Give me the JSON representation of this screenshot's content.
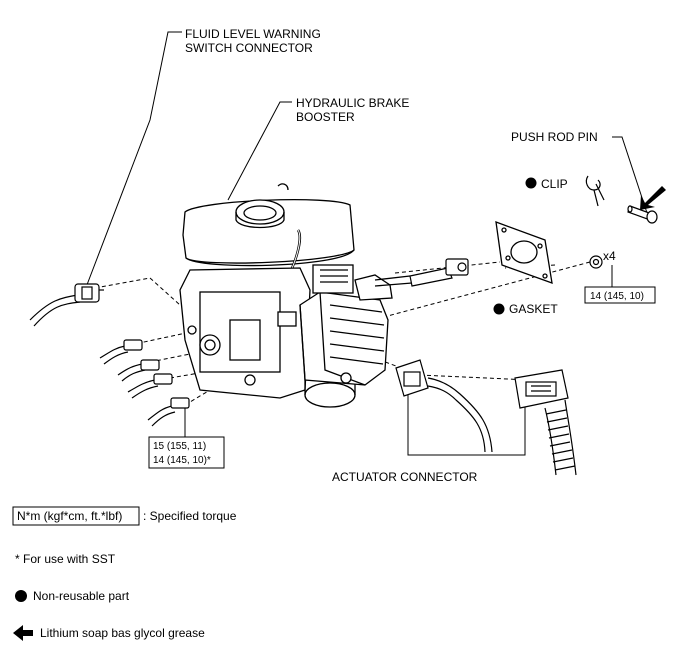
{
  "labels": {
    "fluid_level_1": "FLUID LEVEL WARNING",
    "fluid_level_2": "SWITCH CONNECTOR",
    "booster_1": "HYDRAULIC BRAKE",
    "booster_2": "BOOSTER",
    "push_rod_pin": "PUSH ROD PIN",
    "clip": "CLIP",
    "gasket": "GASKET",
    "actuator_connector": "ACTUATOR CONNECTOR",
    "x4": "x4"
  },
  "torque": {
    "nut": "14 (145, 10)",
    "lines_1": "15 (155, 11)",
    "lines_2": "14 (145, 10)*"
  },
  "legend": {
    "unit_box": "N*m (kgf*cm, ft.*lbf)",
    "unit_desc": ": Specified torque",
    "sst": "* For use with SST",
    "non_reusable": "Non-reusable part",
    "grease": "Lithium soap bas glycol grease"
  }
}
